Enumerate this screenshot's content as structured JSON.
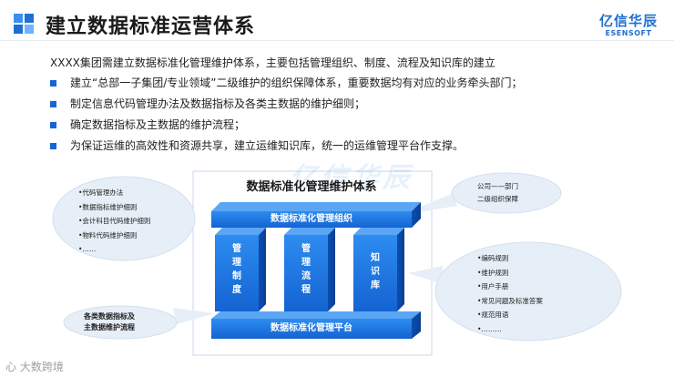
{
  "header": {
    "title": "建立数据标准运营体系",
    "brand_cn": "亿信华辰",
    "brand_en": "ESENSOFT"
  },
  "intro": "XXXX集团需建立数据标准化管理维护体系，主要包括管理组织、制度、流程及知识库的建立",
  "bullets": [
    "建立“总部一子集团/专业领域”二级维护的组织保障体系，重要数据均有对应的业务牵头部门；",
    "制定信息代码管理办法及数据指标及各类主数据的维护细则；",
    "确定数据指标及主数据的维护流程；",
    "为保证运维的高效性和资源共享，建立运维知识库，统一的运维管理平台作支撑。"
  ],
  "diagram": {
    "title": "数据标准化管理维护体系",
    "watermark": "亿信华辰",
    "top_bar": "数据标准化管理组织",
    "bottom_bar": "数据标准化管理平台",
    "pillars": [
      "管理制度",
      "管理流程",
      "知识库"
    ],
    "left_bubble": [
      "•代码管理办法",
      "•数据指标维护细则",
      "•会计科目代码维护细则",
      "•物料代码维护细则",
      "•……"
    ],
    "bottom_left_bubble": [
      "各类数据指标及",
      "主数据维护流程"
    ],
    "top_right_bubble": [
      "公司——部门",
      "二级组织保障"
    ],
    "right_bubble": [
      "•编码规则",
      "•维护规则",
      "•用户手册",
      "•常见问题及标准答案",
      "•规范用语",
      "•………"
    ]
  },
  "footer": "心 大数跨境",
  "colors": {
    "accent": "#1565d8",
    "block": "#1e7be6",
    "block_dark": "#0d4fb5",
    "bubble": "#e6eef7"
  }
}
